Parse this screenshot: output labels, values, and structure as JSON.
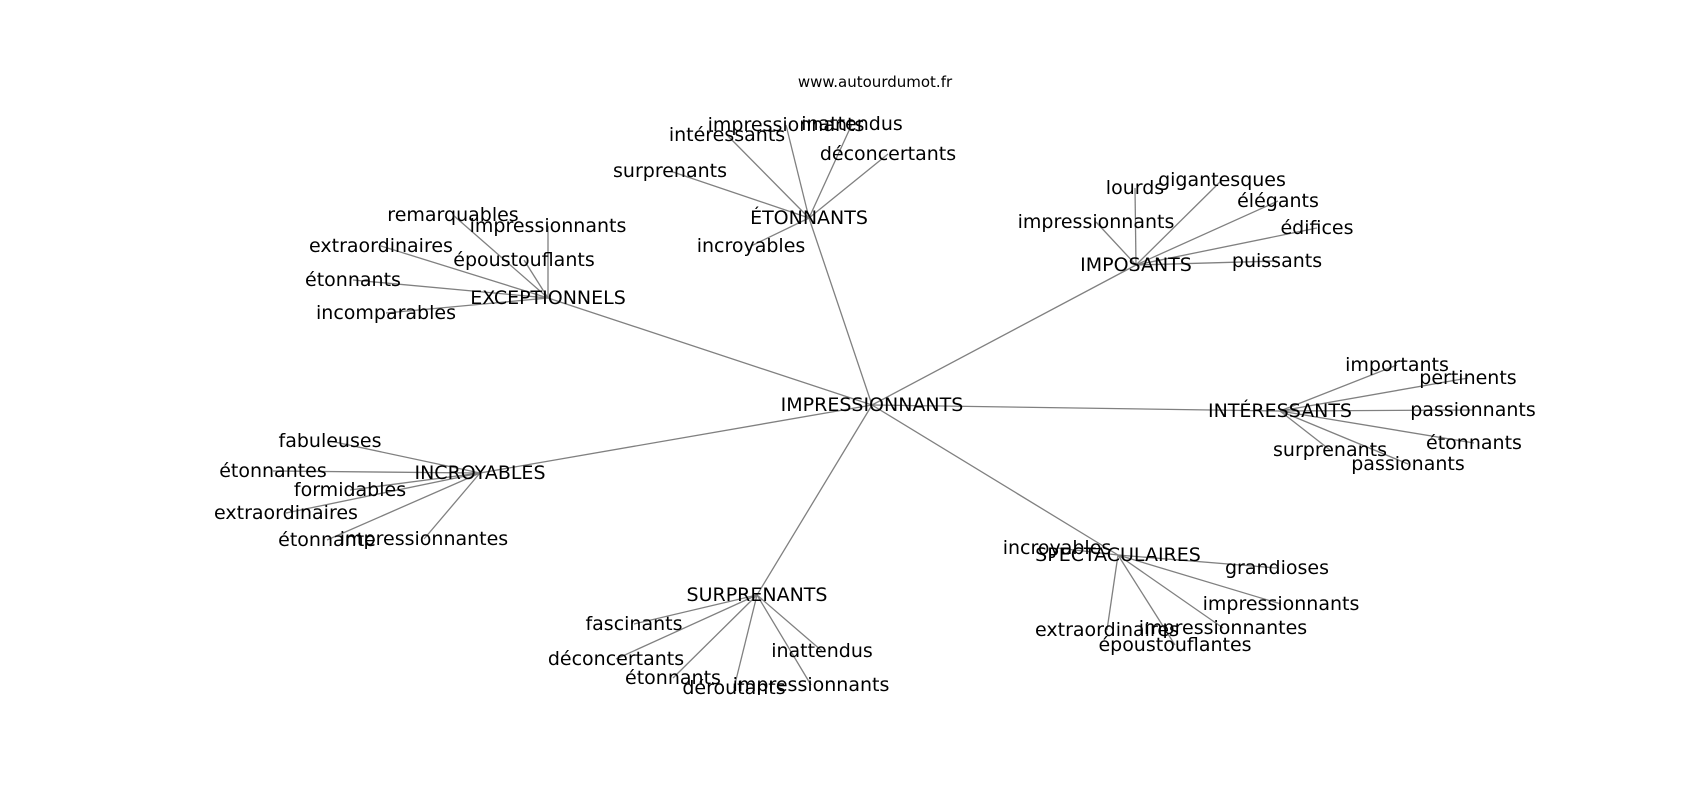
{
  "watermark": "www.autourdumot.fr",
  "center": {
    "label": "IMPRESSIONNANTS"
  },
  "groups": [
    {
      "id": "etonnants",
      "label": "ÉTONNANTS",
      "words": [
        "impressionnants",
        "inattendus",
        "intéressants",
        "déconcertants",
        "surprenants",
        "incroyables"
      ]
    },
    {
      "id": "imposants",
      "label": "IMPOSANTS",
      "words": [
        "lourds",
        "gigantesques",
        "élégants",
        "impressionnants",
        "édifices",
        "puissants"
      ]
    },
    {
      "id": "exceptionnels",
      "label": "EXCEPTIONNELS",
      "words": [
        "remarquables",
        "impressionnants",
        "extraordinaires",
        "époustouflants",
        "étonnants",
        "incomparables"
      ]
    },
    {
      "id": "interessants",
      "label": "INTÉRESSANTS",
      "words": [
        "importants",
        "pertinents",
        "passionnants",
        "étonnants",
        "surprenants",
        "passionants"
      ]
    },
    {
      "id": "incroyables",
      "label": "INCROYABLES",
      "words": [
        "fabuleuses",
        "étonnantes",
        "formidables",
        "extraordinaires",
        "étonnante",
        "impressionnantes"
      ]
    },
    {
      "id": "spectaculaires",
      "label": "SPECTACULAIRES",
      "words": [
        "incroyables",
        "grandioses",
        "impressionnants",
        "extraordinaires",
        "impressionnantes",
        "époustouflantes"
      ]
    },
    {
      "id": "surprenants",
      "label": "SURPRENANTS",
      "words": [
        "fascinants",
        "déconcertants",
        "inattendus",
        "étonnants",
        "déroutants",
        "impressionnants"
      ]
    }
  ]
}
